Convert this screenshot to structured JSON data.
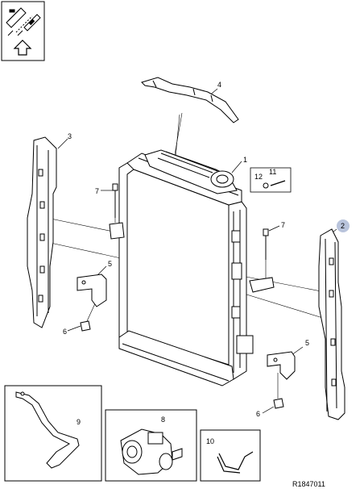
{
  "callouts": {
    "c1": "1",
    "c2": "2",
    "c3": "3",
    "c4": "4",
    "c5a": "5",
    "c5b": "5",
    "c6a": "6",
    "c6b": "6",
    "c7a": "7",
    "c7b": "7",
    "c8": "8",
    "c9": "9",
    "c10": "10",
    "c11": "11",
    "c12": "12"
  },
  "figure_id": "R1847011",
  "highlight_color": "#b9c4dc",
  "icons": {
    "orientation": "vehicle-orientation-icon",
    "arrow": "up-arrow-icon"
  }
}
